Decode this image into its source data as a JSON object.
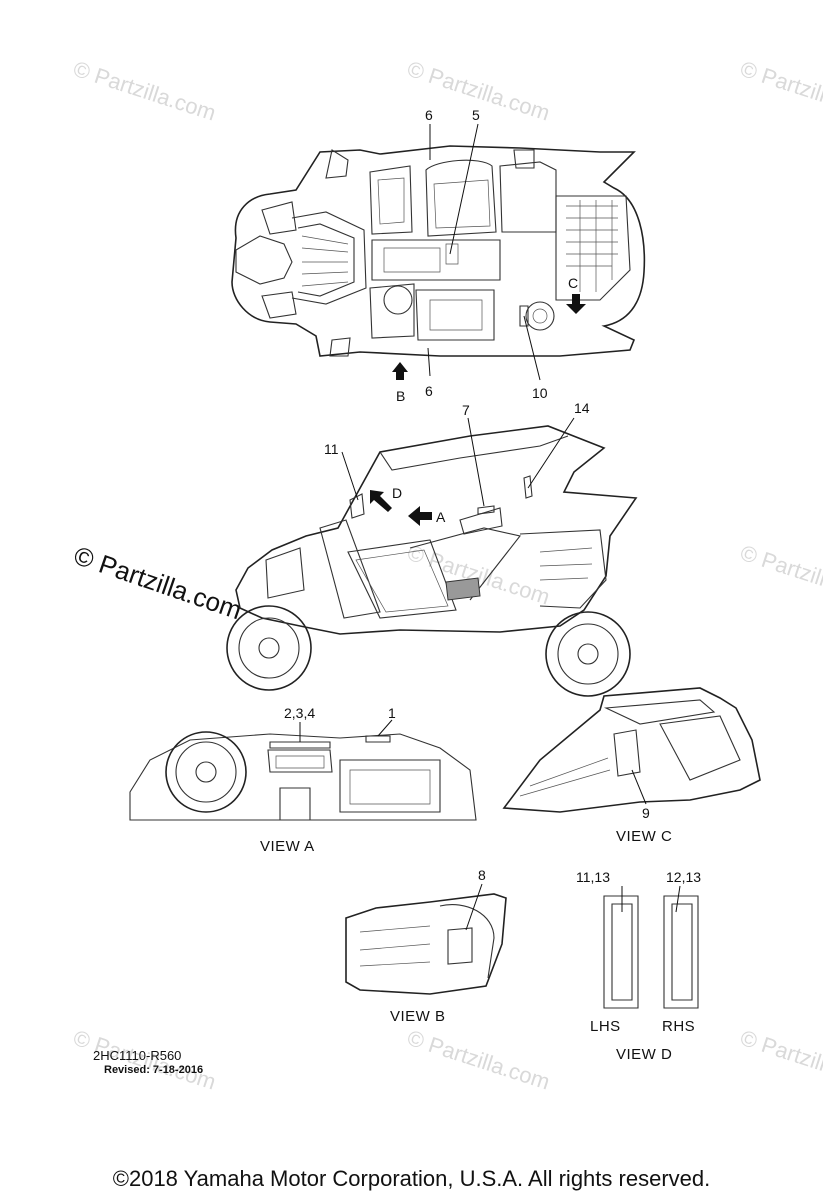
{
  "watermark": "© Partzilla.com",
  "callouts": {
    "c6_top": "6",
    "c5": "5",
    "c6_bottom": "6",
    "c10": "10",
    "arrow_b": "B",
    "arrow_c": "C",
    "c7": "7",
    "c14": "14",
    "c11": "11",
    "arrow_d": "D",
    "arrow_a": "A",
    "c234": "2,3,4",
    "c1": "1",
    "c9": "9",
    "c8": "8",
    "c11_13": "11,13",
    "c12_13": "12,13"
  },
  "views": {
    "a": "VIEW A",
    "b": "VIEW B",
    "c": "VIEW C",
    "d": "VIEW D",
    "lhs": "LHS",
    "rhs": "RHS"
  },
  "drawing_code": "2HC1110-R560",
  "revised": "Revised: 7-18-2016",
  "copyright": "©2018  Yamaha Motor Corporation, U.S.A. All rights reserved."
}
